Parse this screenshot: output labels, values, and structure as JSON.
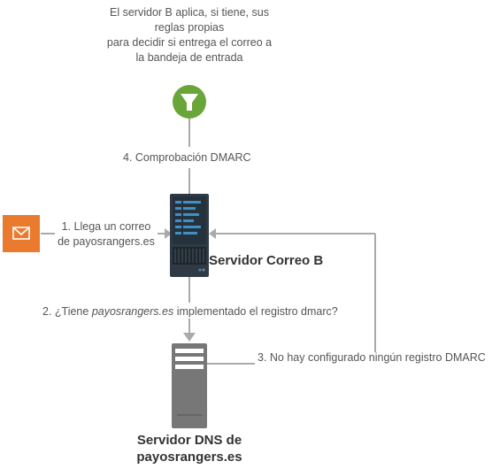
{
  "top_note": {
    "line1": "El servidor B aplica, si tiene, sus",
    "line2": "reglas propias",
    "line3": "para decidir si entrega el correo a",
    "line4": "la bandeja de entrada"
  },
  "steps": {
    "step4": "4. Comprobación DMARC",
    "step1_line1": "1. Llega un correo",
    "step1_line2": "de payosrangers.es",
    "step2_prefix": "2. ¿Tiene ",
    "step2_domain": "payosrangers.es",
    "step2_suffix": " implementado el registro dmarc?",
    "step3": "3. No hay configurado ningún registro DMARC"
  },
  "nodes": {
    "mail_server": "Servidor Correo B",
    "dns_server_line1": "Servidor DNS de",
    "dns_server_line2": "payosrangers.es"
  },
  "icons": {
    "filter": "filter-icon",
    "mail": "envelope-icon",
    "mail_server": "server-rack-icon",
    "dns_server": "server-tower-icon"
  },
  "colors": {
    "filter_green": "#6aa53a",
    "mail_orange": "#ea7a2e",
    "line_gray": "#aaaaaa",
    "server_dark": "#2f3a44",
    "server_blue": "#3f8fc9",
    "dns_gray": "#777777"
  }
}
